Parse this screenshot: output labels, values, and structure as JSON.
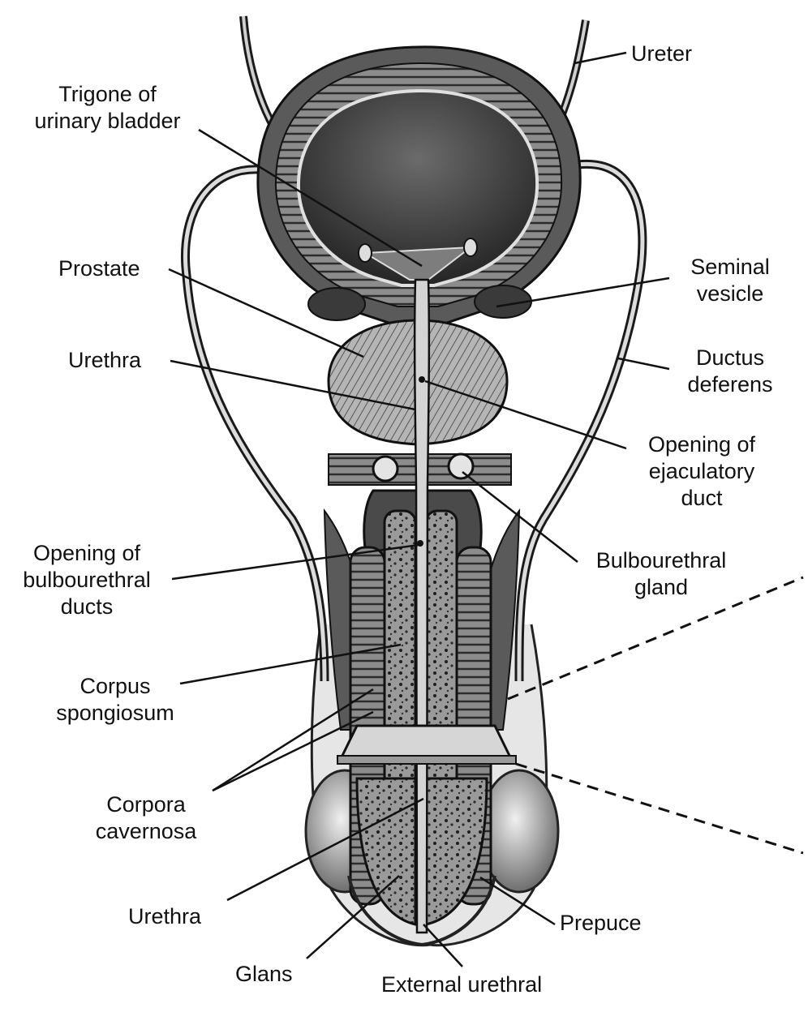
{
  "labels": {
    "ureter": [
      "Ureter"
    ],
    "trigone": [
      "Trigone of",
      "urinary bladder"
    ],
    "prostate": [
      "Prostate"
    ],
    "seminal_vesicle": [
      "Seminal",
      "vesicle"
    ],
    "urethra_upper": [
      "Urethra"
    ],
    "ductus_deferens": [
      "Ductus",
      "deferens"
    ],
    "opening_ejaculatory": [
      "Opening of",
      "ejaculatory",
      "duct"
    ],
    "opening_bulbourethral": [
      "Opening of",
      "bulbourethral",
      "ducts"
    ],
    "bulbourethral_gland": [
      "Bulbourethral",
      "gland"
    ],
    "corpus_spongiosum": [
      "Corpus",
      "spongiosum"
    ],
    "corpora_cavernosa": [
      "Corpora",
      "cavernosa"
    ],
    "urethra_lower": [
      "Urethra"
    ],
    "prepuce": [
      "Prepuce"
    ],
    "glans": [
      "Glans"
    ],
    "external_urethral": [
      "External urethral"
    ]
  },
  "colors": {
    "ink": "#111111",
    "tissue_dark": "#3a3a3a",
    "tissue_mid": "#8a8a8a",
    "tissue_light": "#c9c9c9",
    "background": "#ffffff"
  }
}
